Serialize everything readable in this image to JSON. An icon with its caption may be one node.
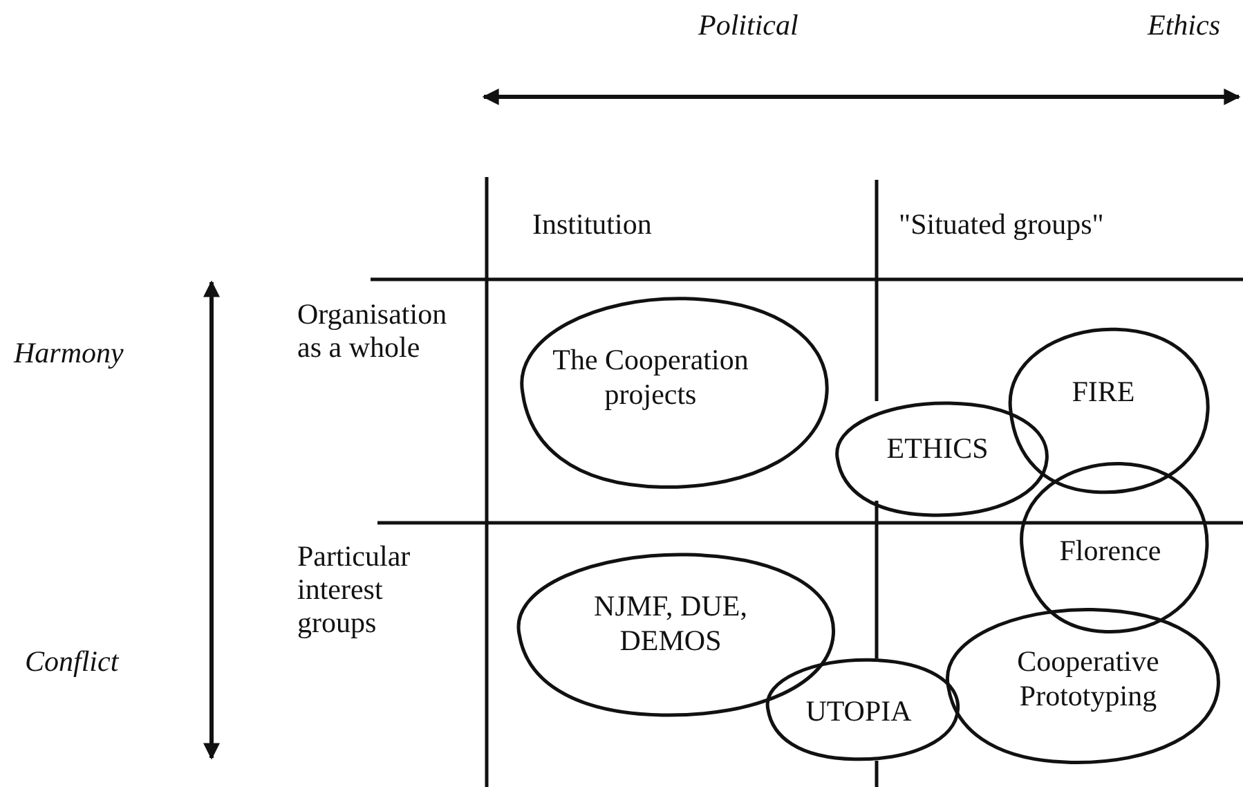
{
  "diagram": {
    "nodes": [
      {
        "text": [
          "The Cooperation projects"
        ]
      },
      {
        "text": [
          "ETHICS"
        ]
      },
      {
        "text": [
          "FIRE"
        ]
      },
      {
        "text": [
          "Florence"
        ]
      },
      {
        "text": [
          "NJMF, DUE, DEMOS"
        ]
      },
      {
        "text": [
          "UTOPIA"
        ]
      },
      {
        "text": [
          "Cooperative Prototyping"
        ]
      }
    ],
    "edges": [],
    "labels": [
      "Political",
      "Ethics",
      "Institution",
      "\"Situated groups\"",
      "Harmony",
      "Organisation as a whole",
      "Particular interest groups",
      "Conflict"
    ]
  }
}
